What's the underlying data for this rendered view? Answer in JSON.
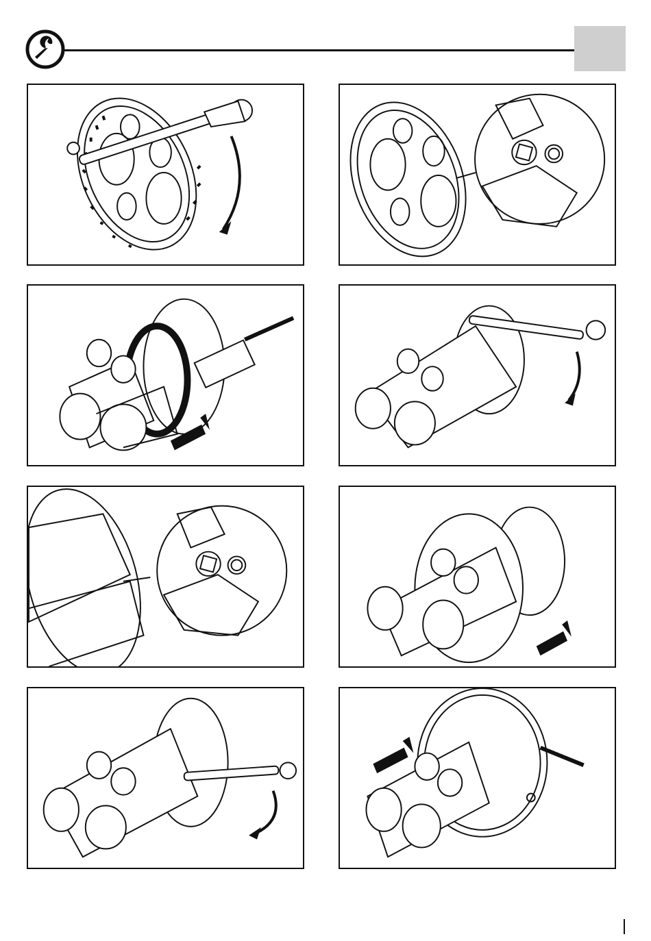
{
  "header": {
    "icon": "wrench-icon",
    "section_tab_color": "#cfcfcf"
  },
  "steps": [
    {
      "icon": "ratchet-wrench-on-lens-disc"
    },
    {
      "icon": "hex-screw-detail"
    },
    {
      "icon": "screwdriver-push"
    },
    {
      "icon": "ratchet-tighten"
    },
    {
      "icon": "hex-screw-detail"
    },
    {
      "icon": "mounting-plate-push"
    },
    {
      "icon": "ratchet-tighten"
    },
    {
      "icon": "hex-key-plate"
    }
  ]
}
